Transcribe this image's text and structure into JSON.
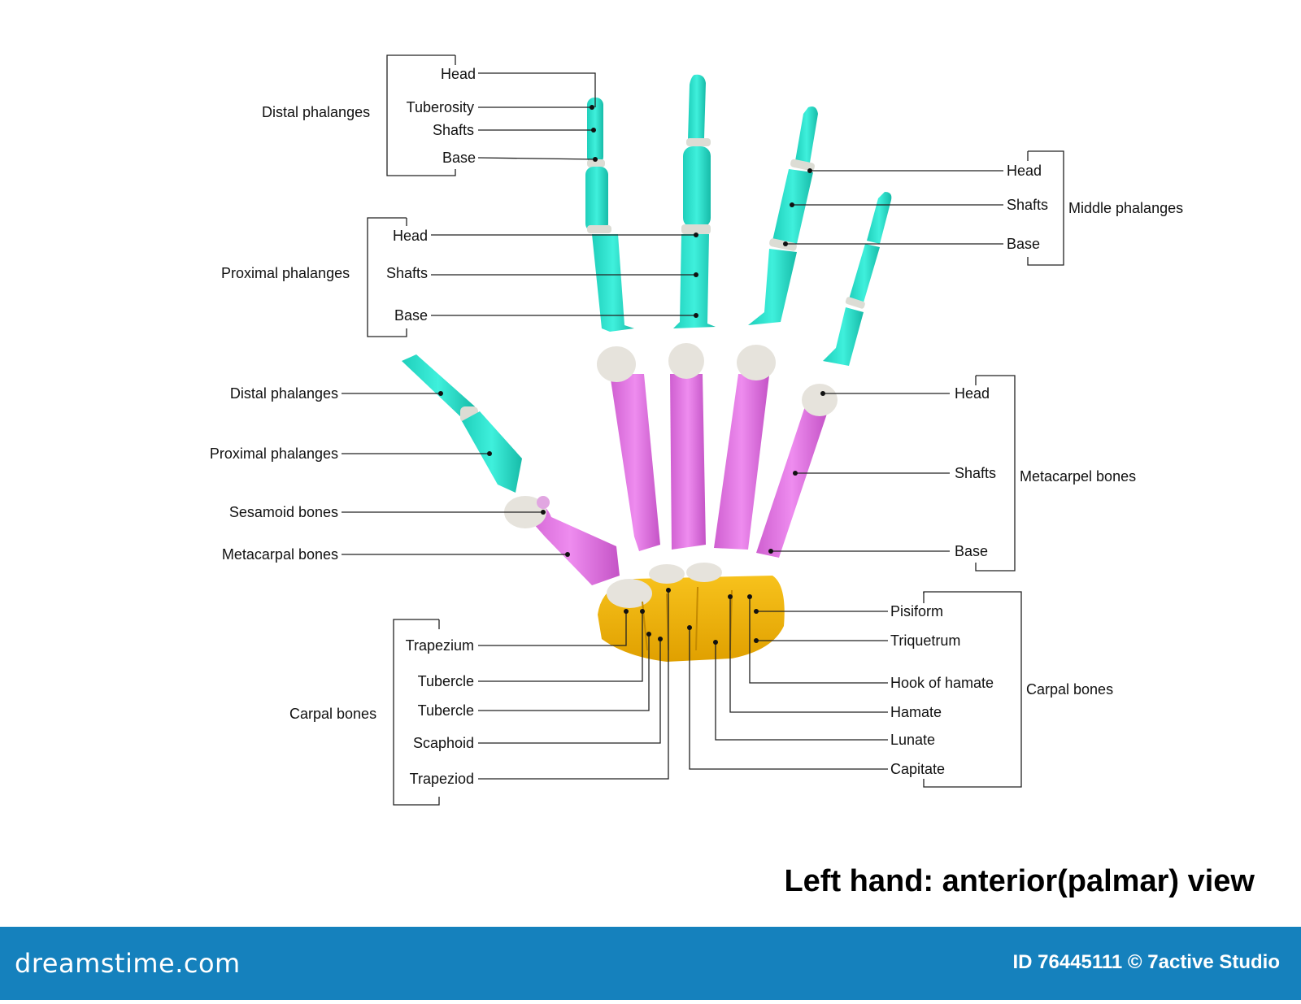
{
  "title": "Left hand: anterior(palmar) view",
  "footer": {
    "brand": "dreamstime.com",
    "id_text": "ID 76445111",
    "copyright": "© 7active Studio"
  },
  "colors": {
    "phalanges": "#2de4cf",
    "metacarpals": "#e57ae6",
    "carpals": "#f2b40e",
    "bone_head": "#e6e3dc",
    "footer_bar": "#1581bd"
  },
  "labels": {
    "distal_group": "Distal phalanges",
    "distal_head": "Head",
    "distal_tuberosity": "Tuberosity",
    "distal_shafts": "Shafts",
    "distal_base": "Base",
    "proximal_group": "Proximal phalanges",
    "proximal_head": "Head",
    "proximal_shafts": "Shafts",
    "proximal_base": "Base",
    "middle_group": "Middle phalanges",
    "middle_head": "Head",
    "middle_shafts": "Shafts",
    "middle_base": "Base",
    "thumb_distal": "Distal phalanges",
    "thumb_proximal": "Proximal phalanges",
    "sesamoid": "Sesamoid bones",
    "thumb_metacarpal": "Metacarpal bones",
    "metacarpal_group": "Metacarpel bones",
    "metacarpal_head": "Head",
    "metacarpal_shafts": "Shafts",
    "metacarpal_base": "Base",
    "carpal_left_group": "Carpal bones",
    "trapezium": "Trapezium",
    "tubercle_1": "Tubercle",
    "tubercle_2": "Tubercle",
    "scaphoid": "Scaphoid",
    "trapeziod": "Trapeziod",
    "carpal_right_group": "Carpal bones",
    "pisiform": "Pisiform",
    "triquetrum": "Triquetrum",
    "hook_of_hamate": "Hook of hamate",
    "hamate": "Hamate",
    "lunate": "Lunate",
    "capitate": "Capitate"
  }
}
